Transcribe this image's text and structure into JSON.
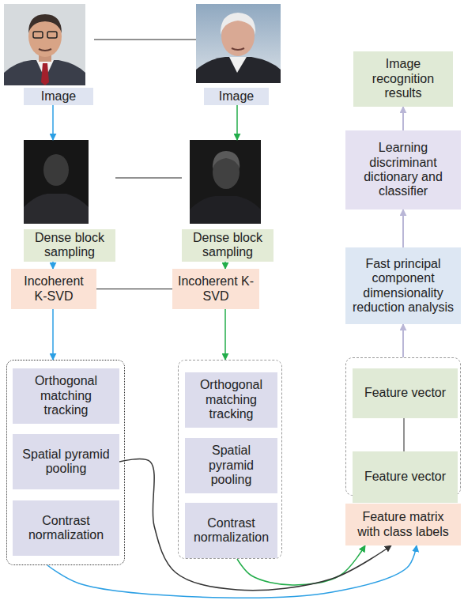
{
  "diagram": {
    "nodes": [
      {
        "text": [
          "Image"
        ]
      },
      {
        "text": [
          "Image"
        ]
      },
      {
        "text": [
          "Dense block sampling"
        ]
      },
      {
        "text": [
          "Dense block sampling"
        ]
      },
      {
        "text": [
          "Incoherent K-SVD"
        ]
      },
      {
        "text": [
          "Incoherent K-SVD"
        ]
      },
      {
        "text": []
      },
      {
        "text": [
          "Orthogonal matching tracking"
        ],
        "in": 6
      },
      {
        "text": [
          "Spatial pyramid pooling"
        ],
        "in": 6
      },
      {
        "text": [
          "Contrast normalization"
        ],
        "in": 6
      },
      {
        "text": []
      },
      {
        "text": [
          "Orthogonal matching tracking"
        ],
        "in": 10
      },
      {
        "text": [
          "Spatial pyramid pooling"
        ],
        "in": 10
      },
      {
        "text": [
          "Contrast normalization"
        ],
        "in": 10
      },
      {
        "text": [
          "Image recognition results"
        ]
      },
      {
        "text": [
          "Learning discriminant dictionary and classifier"
        ]
      },
      {
        "text": [
          "Fast principal component dimensionality reduction analysis"
        ]
      },
      {
        "text": []
      },
      {
        "text": [
          "Feature vector"
        ],
        "in": 17
      },
      {
        "text": [
          "Feature vector"
        ],
        "in": 17
      },
      {
        "text": [
          "Feature matrix with class labels"
        ]
      }
    ],
    "edges": [
      {
        "from": 0,
        "to": 1,
        "arrow": "none"
      },
      {
        "from": 0,
        "to": 2,
        "arrow": "to"
      },
      {
        "from": 1,
        "to": 3,
        "arrow": "to"
      },
      {
        "from": 2,
        "to": 3,
        "arrow": "none"
      },
      {
        "from": 2,
        "to": 4,
        "arrow": "to"
      },
      {
        "from": 3,
        "to": 5,
        "arrow": "to"
      },
      {
        "from": 4,
        "to": 5,
        "arrow": "none"
      },
      {
        "from": 4,
        "to": 6,
        "arrow": "to"
      },
      {
        "from": 5,
        "to": 10,
        "arrow": "to"
      },
      {
        "from": 15,
        "to": 14,
        "arrow": "to"
      },
      {
        "from": 16,
        "to": 15,
        "arrow": "to"
      },
      {
        "from": 17,
        "to": 16,
        "arrow": "to"
      },
      {
        "from": 18,
        "to": 19,
        "arrow": "none"
      },
      {
        "from": 10,
        "to": 20,
        "arrow": "to"
      },
      {
        "from": 8,
        "to": 20,
        "arrow": "to"
      },
      {
        "from": 6,
        "to": 20,
        "arrow": "to"
      }
    ]
  }
}
